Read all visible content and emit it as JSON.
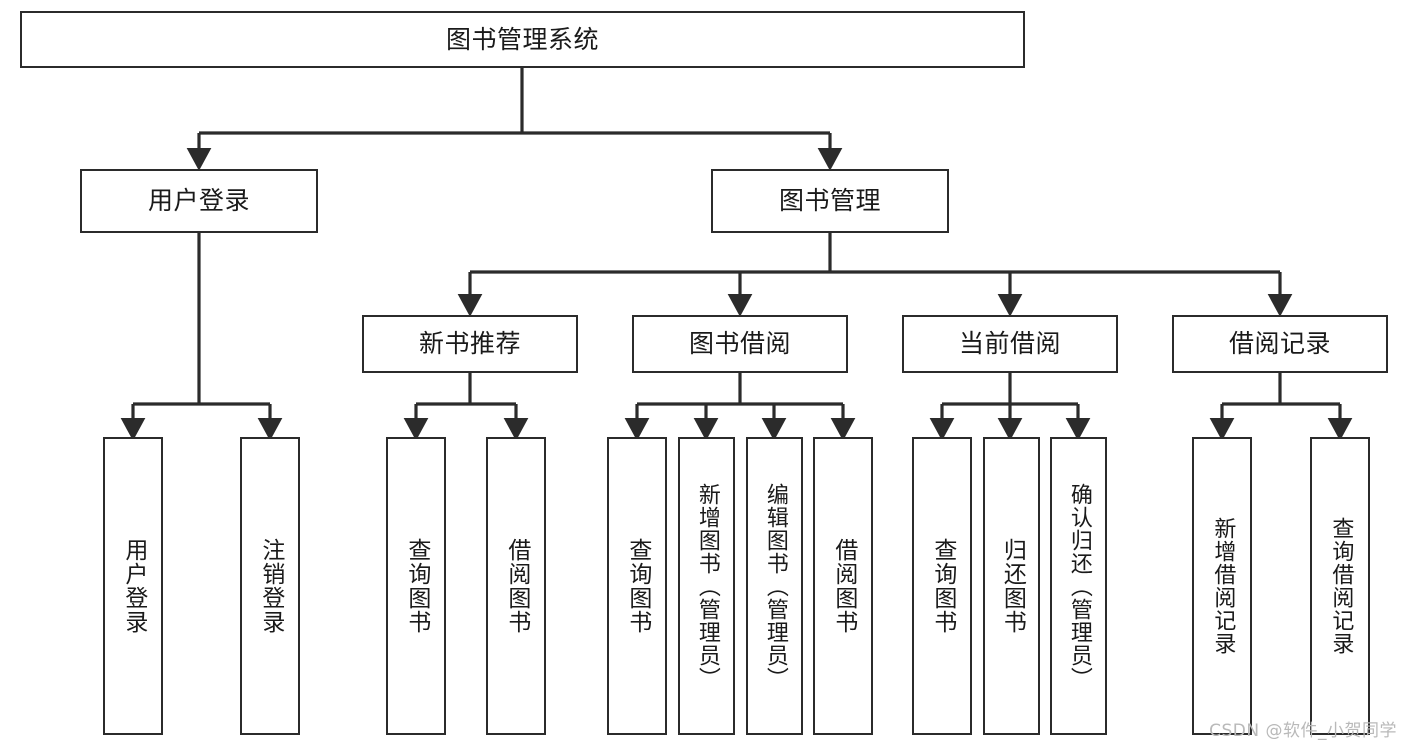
{
  "diagram": {
    "type": "tree-hierarchy",
    "title": "图书管理系统",
    "watermark": "CSDN @软件_小贺同学",
    "colors": {
      "box_border": "#2b2b2b",
      "box_fill": "#ffffff",
      "connector": "#2b2b2b",
      "text": "#1a1a1a",
      "watermark": "#b9b9b9"
    },
    "levels": {
      "root": {
        "label": "图书管理系统"
      },
      "level2": [
        {
          "label": "用户登录"
        },
        {
          "label": "图书管理"
        }
      ],
      "level3": [
        {
          "label": "新书推荐"
        },
        {
          "label": "图书借阅"
        },
        {
          "label": "当前借阅"
        },
        {
          "label": "借阅记录"
        }
      ],
      "leaves": [
        {
          "label": "用户登录",
          "parent": "用户登录"
        },
        {
          "label": "注销登录",
          "parent": "用户登录"
        },
        {
          "label": "查询图书",
          "parent": "新书推荐"
        },
        {
          "label": "借阅图书",
          "parent": "新书推荐"
        },
        {
          "label": "查询图书",
          "parent": "图书借阅"
        },
        {
          "label": "新增图书（管理员）",
          "parent": "图书借阅"
        },
        {
          "label": "编辑图书（管理员）",
          "parent": "图书借阅"
        },
        {
          "label": "借阅图书",
          "parent": "图书借阅"
        },
        {
          "label": "查询图书",
          "parent": "当前借阅"
        },
        {
          "label": "归还图书",
          "parent": "当前借阅"
        },
        {
          "label": "确认归还（管理员）",
          "parent": "当前借阅"
        },
        {
          "label": "新增借阅记录",
          "parent": "借阅记录"
        },
        {
          "label": "查询借阅记录",
          "parent": "借阅记录"
        }
      ]
    }
  }
}
